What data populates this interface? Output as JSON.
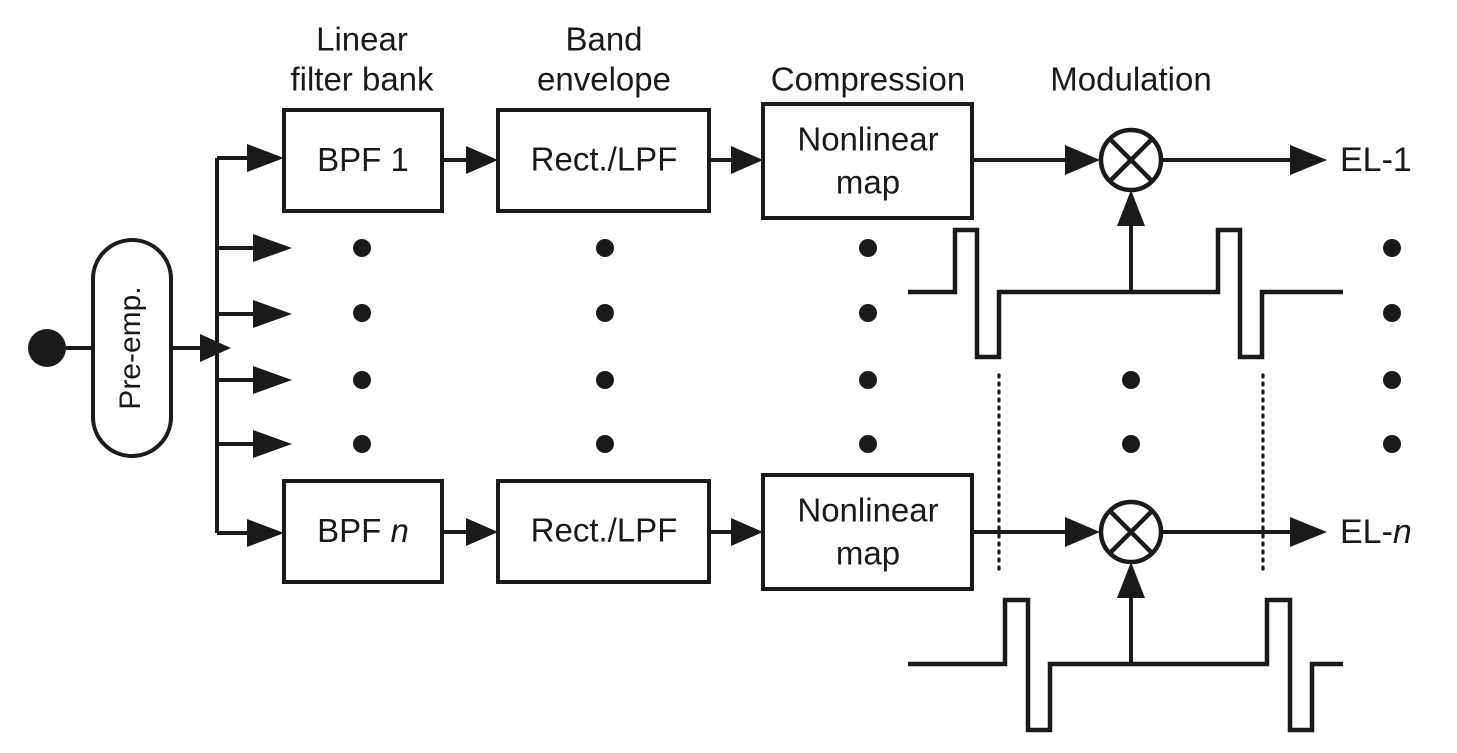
{
  "diagram": {
    "title": "Cochlear implant sound processing signal path",
    "colors": {
      "ink": "#1a1a1a",
      "background": "#ffffff"
    },
    "headers": [
      {
        "id": "filter-bank",
        "line1": "Linear",
        "line2": "filter bank"
      },
      {
        "id": "band-envelope",
        "line1": "Band",
        "line2": "envelope"
      },
      {
        "id": "compression",
        "line1": "Compression",
        "line2": ""
      },
      {
        "id": "modulation",
        "line1": "Modulation",
        "line2": ""
      }
    ],
    "input": {
      "source_node_label": "",
      "preemphasis_label": "Pre-emp."
    },
    "channels": [
      {
        "id": "channel-1",
        "filter_label_prefix": "BPF",
        "filter_label_index": "1",
        "filter_label_italic": false,
        "envelope_label": "Rect./LPF",
        "compression_line1": "Nonlinear",
        "compression_line2": "map",
        "output_label_prefix": "EL-",
        "output_label_index": "1",
        "output_label_italic": false
      },
      {
        "id": "channel-n",
        "filter_label_prefix": "BPF",
        "filter_label_index": "n",
        "filter_label_italic": true,
        "envelope_label": "Rect./LPF",
        "compression_line1": "Nonlinear",
        "compression_line2": "map",
        "output_label_prefix": "EL-",
        "output_label_index": "n",
        "output_label_italic": true
      }
    ],
    "modulator": {
      "symbol": "multiply-cross",
      "carrier_name": "biphasic-pulse-train"
    },
    "ellipsis": {
      "glyph": "•",
      "column_count": 5,
      "row_count": 4
    }
  }
}
